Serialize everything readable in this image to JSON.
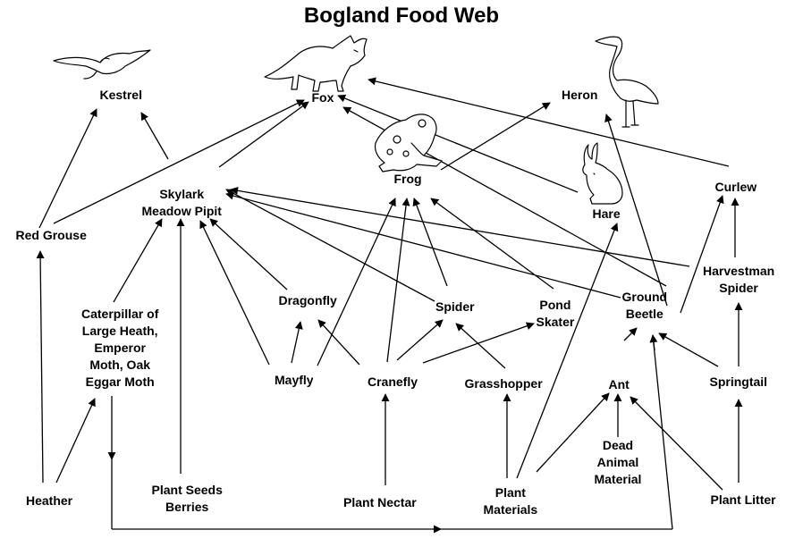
{
  "title": "Bogland Food Web",
  "nodes": {
    "kestrel": [
      "Kestrel"
    ],
    "fox": [
      "Fox"
    ],
    "heron": [
      "Heron"
    ],
    "frog": [
      "Frog"
    ],
    "hare": [
      "Hare"
    ],
    "curlew": [
      "Curlew"
    ],
    "skylark": [
      "Skylark",
      "Meadow Pipit"
    ],
    "red_grouse": [
      "Red Grouse"
    ],
    "caterpillar": [
      "Caterpillar of",
      "Large Heath,",
      "Emperor",
      "Moth, Oak",
      "Eggar Moth"
    ],
    "dragonfly": [
      "Dragonfly"
    ],
    "spider": [
      "Spider"
    ],
    "pond_skater": [
      "Pond",
      "Skater"
    ],
    "ground_beetle": [
      "Ground",
      "Beetle"
    ],
    "harvestman": [
      "Harvestman",
      "Spider"
    ],
    "mayfly": [
      "Mayfly"
    ],
    "cranefly": [
      "Cranefly"
    ],
    "grasshopper": [
      "Grasshopper"
    ],
    "ant": [
      "Ant"
    ],
    "springtail": [
      "Springtail"
    ],
    "dead_animal": [
      "Dead",
      "Animal",
      "Material"
    ],
    "heather": [
      "Heather"
    ],
    "plant_seeds": [
      "Plant Seeds",
      "Berries"
    ],
    "plant_nectar": [
      "Plant Nectar"
    ],
    "plant_materials": [
      "Plant",
      "Materials"
    ],
    "plant_litter": [
      "Plant Litter"
    ]
  },
  "illustrations": {
    "kestrel": "kestrel-illustration",
    "fox": "fox-illustration",
    "heron": "heron-illustration",
    "frog": "frog-illustration",
    "hare": "hare-illustration"
  },
  "colors": {
    "line": "#000000",
    "text": "#000000",
    "background": "#ffffff"
  }
}
